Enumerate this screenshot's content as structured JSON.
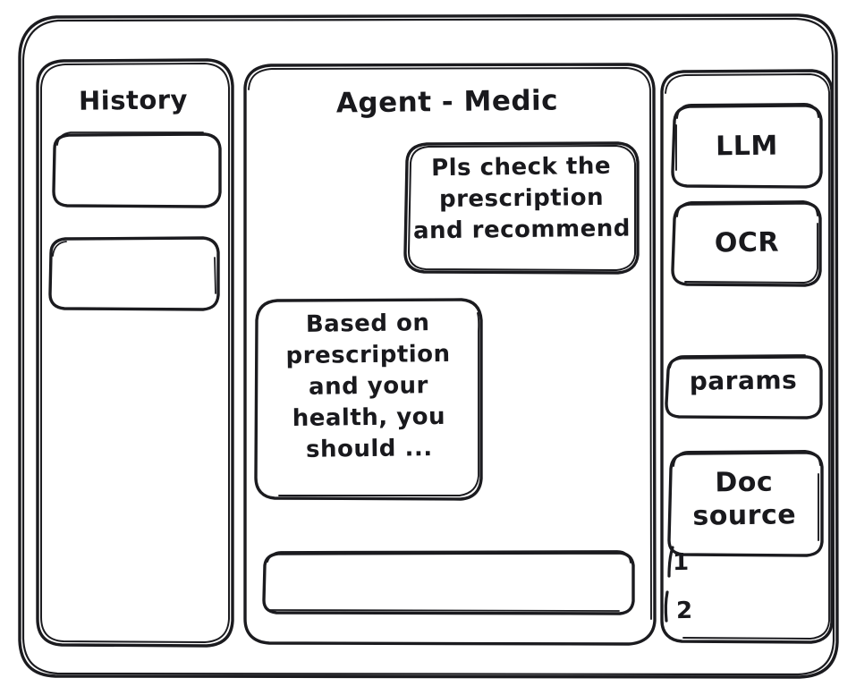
{
  "app": {
    "type": "hand-drawn-wireframe",
    "stroke_color": "#1b1b1f",
    "background_color": "#ffffff"
  },
  "sidebar_left": {
    "title": "History",
    "items": [
      {
        "label": "",
        "name": "history-item-1"
      },
      {
        "label": "",
        "name": "history-item-2"
      }
    ]
  },
  "main": {
    "title": "Agent - Medic",
    "messages": [
      {
        "role": "user",
        "align": "right",
        "text": "Pls check the\nprescription\nand recommend"
      },
      {
        "role": "agent",
        "align": "left",
        "text": "Based on\nprescription\nand your\nhealth, you\nshould ..."
      }
    ],
    "composer": {
      "value": "",
      "placeholder": ""
    }
  },
  "sidebar_right": {
    "buttons": [
      {
        "label": "LLM",
        "name": "llm-button"
      },
      {
        "label": "OCR",
        "name": "ocr-button"
      },
      {
        "label": "params",
        "name": "params-button"
      },
      {
        "label": "Doc\nsource",
        "name": "doc-source-button"
      }
    ],
    "doc_source_list": [
      {
        "label": "1"
      },
      {
        "label": "2"
      }
    ]
  }
}
